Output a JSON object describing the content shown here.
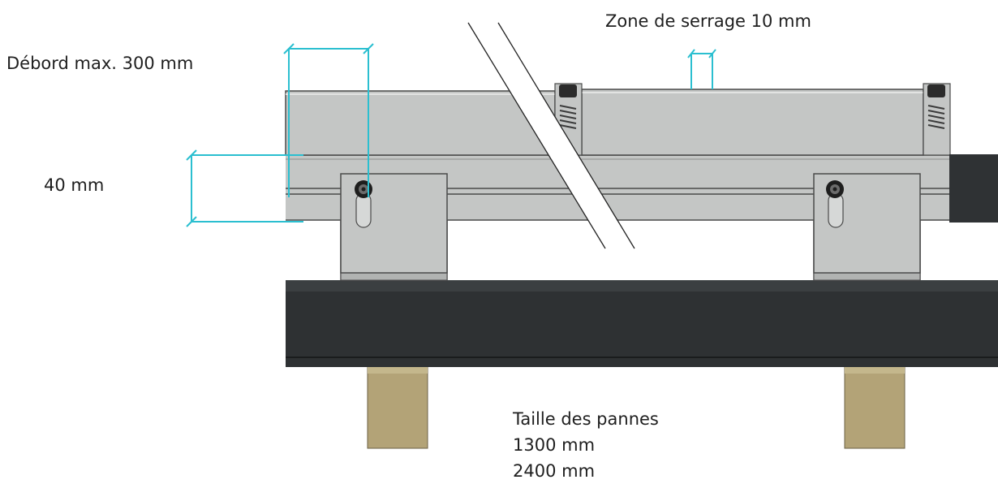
{
  "labels": {
    "overhang": "Débord max. 300 mm",
    "clamp_zone": "Zone de serrage 10 mm",
    "profile_height": "40 mm",
    "purlin_title": "Taille des pannes",
    "purlin_size_1": "1300 mm",
    "purlin_size_2": "2400 mm"
  },
  "colors": {
    "dimension": "#2bbfd0",
    "aluminium": "#c4c6c5",
    "outline": "#4a4a4a",
    "beam": "#2e3133",
    "end_cap": "#2f3234",
    "timber": "#b3a377",
    "spring": "#3b3b3b"
  }
}
